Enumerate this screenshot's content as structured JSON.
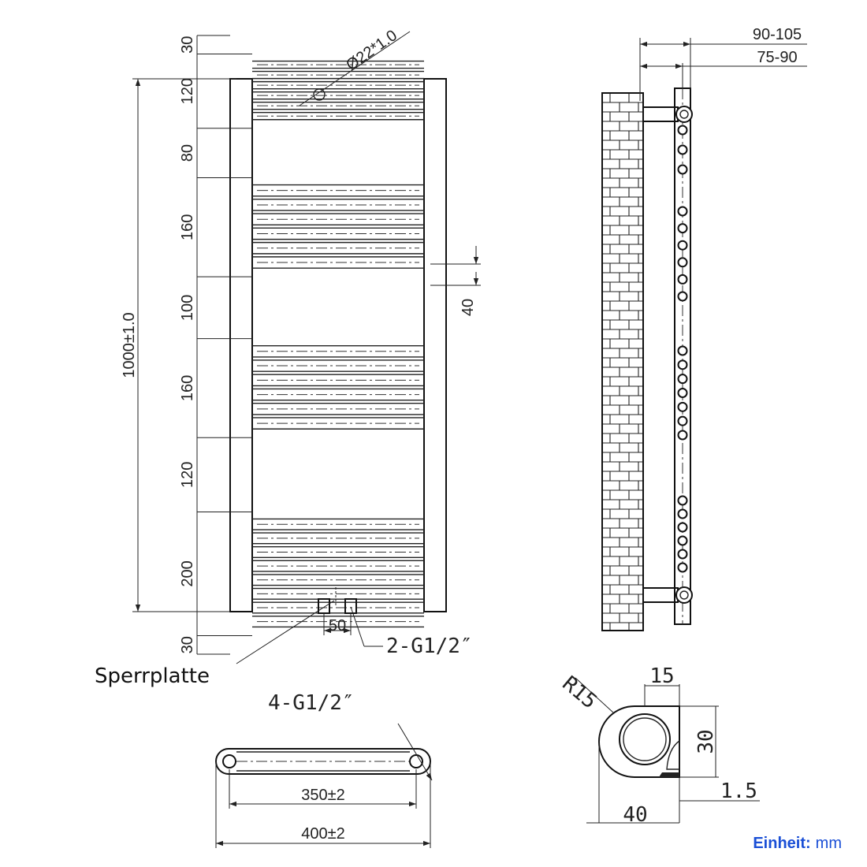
{
  "front_view": {
    "segments": [
      {
        "label": "30",
        "value": 30
      },
      {
        "label": "120",
        "value": 120
      },
      {
        "label": "80",
        "value": 80
      },
      {
        "label": "160",
        "value": 160
      },
      {
        "label": "100",
        "value": 100
      },
      {
        "label": "160",
        "value": 160
      },
      {
        "label": "120",
        "value": 120
      },
      {
        "label": "200",
        "value": 200
      },
      {
        "label": "30",
        "value": 30
      }
    ],
    "tube_groups": [
      {
        "tubes": 6
      },
      {
        "tubes": 6
      },
      {
        "tubes": 6
      },
      {
        "tubes": 8
      }
    ],
    "total_height_label": "1000±1.0",
    "pipe_diameter_label": "Ø22*1.0",
    "offset_label": "40",
    "connection_spacing_label": "50",
    "connection_label": "2-G1/2″",
    "blocking_plate_label": "Sperrplatte"
  },
  "side_view": {
    "depth_outer_label": "90-105",
    "depth_inner_label": "75-90",
    "hole_count": 22
  },
  "top_view": {
    "connection_label": "4-G1/2″",
    "center_width_label": "350±2",
    "total_width_label": "400±2"
  },
  "profile_detail": {
    "radius_label": "R15",
    "width_top_label": "15",
    "height_label": "30",
    "wall_label": "1.5",
    "width_bottom_label": "40"
  },
  "unit": {
    "key": "Einheit:",
    "value": "mm"
  },
  "colors": {
    "line": "#222222",
    "unit_text": "#1a4fd6"
  }
}
